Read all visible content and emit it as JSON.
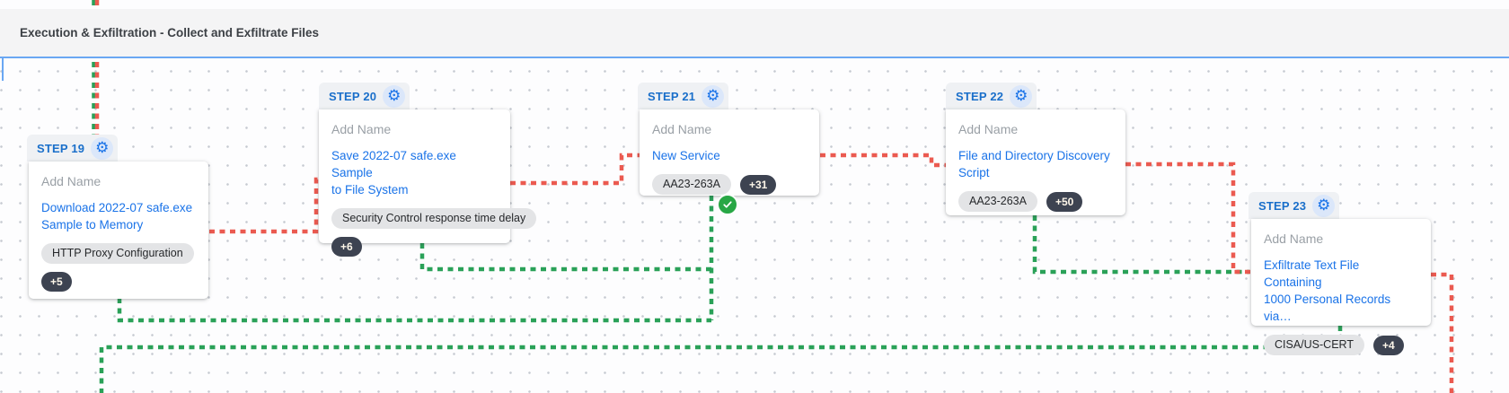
{
  "header": {
    "title": "Execution & Exfiltration - Collect and Exfiltrate Files",
    "edit_icon": "pencil-icon"
  },
  "colors": {
    "success_path_green": "#2aa158",
    "attack_path_red": "#eb5a50",
    "link_blue": "#1a73e8",
    "step_label_blue": "#1a6fca",
    "edit_button_purple": "#6d3ef0",
    "panel_border_blue": "#6aa7f3",
    "dark_count_chip": "#3d4351",
    "light_tag_chip": "#e3e4e6",
    "check_badge_green": "#28a745"
  },
  "steps": [
    {
      "id": "STEP 19",
      "name_placeholder": "Add Name",
      "name_lines": [
        "Download 2022-07 safe.exe",
        "Sample to Memory"
      ],
      "tag": "HTTP Proxy Configuration",
      "more_count": "+5"
    },
    {
      "id": "STEP 20",
      "name_placeholder": "Add Name",
      "name_lines": [
        "Save 2022-07 safe.exe Sample",
        "to File System"
      ],
      "tag": "Security Control response time delay",
      "more_count": "+6"
    },
    {
      "id": "STEP 21",
      "name_placeholder": "Add Name",
      "name_lines": [
        "New Service"
      ],
      "tag": "AA23-263A",
      "more_count": "+31",
      "status": "success-check"
    },
    {
      "id": "STEP 22",
      "name_placeholder": "Add Name",
      "name_lines": [
        "File and Directory Discovery",
        "Script"
      ],
      "tag": "AA23-263A",
      "more_count": "+50"
    },
    {
      "id": "STEP 23",
      "name_placeholder": "Add Name",
      "name_lines": [
        "Exfiltrate Text File Containing",
        "1000 Personal Records via…"
      ],
      "tag": "CISA/US-CERT",
      "more_count": "+4"
    }
  ]
}
